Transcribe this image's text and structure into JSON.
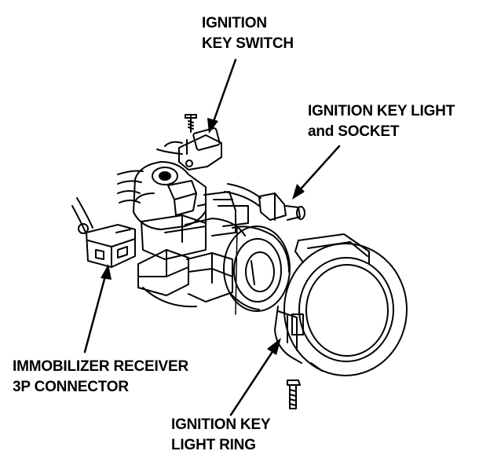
{
  "callouts": {
    "ignition_key_switch": {
      "line1": "IGNITION",
      "line2": "KEY SWITCH"
    },
    "ignition_key_light": {
      "line1": "IGNITION KEY LIGHT",
      "line2": "and SOCKET"
    },
    "immobilizer": {
      "line1": "IMMOBILIZER RECEIVER",
      "line2": "3P CONNECTOR"
    },
    "light_ring": {
      "line1": "IGNITION KEY",
      "line2": "LIGHT RING"
    }
  }
}
